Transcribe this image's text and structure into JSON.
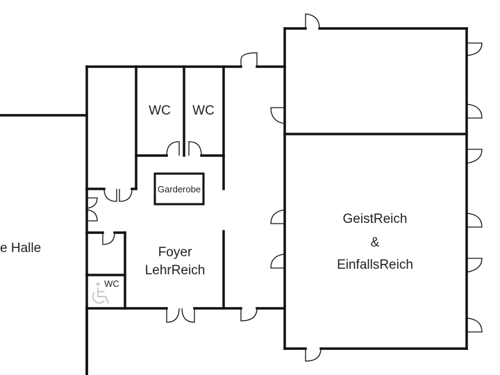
{
  "rooms": {
    "wc_1": "WC",
    "wc_2": "WC",
    "garderobe": "Garderobe",
    "foyer_line1": "Foyer",
    "foyer_line2": "LehrReich",
    "wc_accessible": "WC",
    "hall_line1": "GeistReich",
    "hall_line2": "&",
    "hall_line3": "EinfallsReich",
    "left_hall": "e Halle"
  },
  "icons": [
    "wheelchair-icon"
  ],
  "colors": {
    "walls": "#111111",
    "background": "#ffffff",
    "wheelchair": "#cccccc"
  }
}
